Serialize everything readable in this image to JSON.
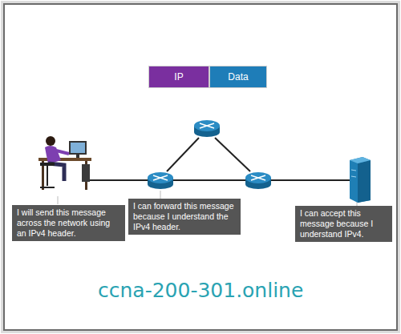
{
  "diagram": {
    "nodes": [
      {
        "text": [
          "IP"
        ]
      },
      {
        "text": [
          "Data"
        ]
      },
      {
        "text": [
          "I will send this message across the network using an IPv4 header."
        ]
      },
      {
        "text": [
          "I can forward this message because I understand the IPv4 header."
        ]
      },
      {
        "text": [
          "I can accept this message because I understand IPv4."
        ]
      }
    ],
    "labels": [
      "ccna-200-301.online"
    ]
  }
}
